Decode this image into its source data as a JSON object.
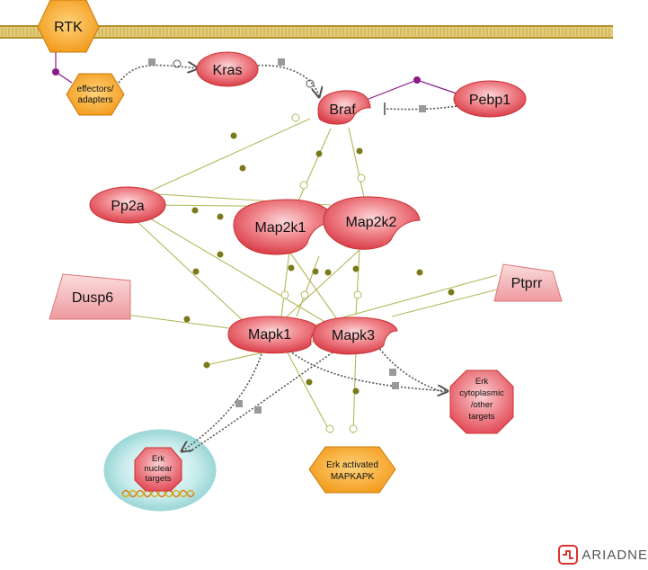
{
  "nodes": {
    "rtk": "RTK",
    "effectors": [
      "effectors/",
      "adapters"
    ],
    "kras": "Kras",
    "braf": "Braf",
    "pebp1": "Pebp1",
    "pp2a": "Pp2a",
    "map2k1": "Map2k1",
    "map2k2": "Map2k2",
    "dusp6": "Dusp6",
    "ptprr": "Ptprr",
    "mapk1": "Mapk1",
    "mapk3": "Mapk3",
    "erk_cyto": [
      "Erk",
      "cytoplasmic",
      "/other",
      "targets"
    ],
    "erk_nuclear": [
      "Erk",
      "nuclear",
      "targets"
    ],
    "erk_mapkapk": [
      "Erk activated",
      "MAPKAPK"
    ]
  },
  "brand": "ARIADNE",
  "colors": {
    "protein_fill": "#e8606a",
    "protein_light": "#f7c2c5",
    "complex_fill": "#f5a623",
    "membrane": "#c9a94a",
    "edge": "#b3b85a",
    "dot": "#7a7a1a",
    "binding": "#8a1a8a",
    "nucleus": "#9fd8d8"
  }
}
